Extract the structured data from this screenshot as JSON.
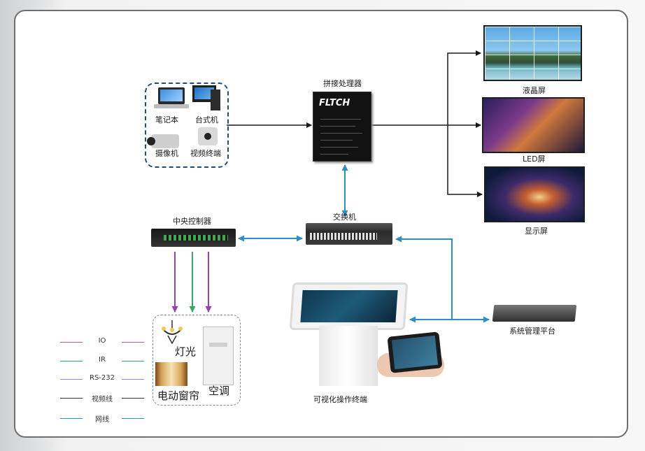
{
  "sources": {
    "laptop": "笔记本",
    "desktop": "台式机",
    "camera": "摄像机",
    "video_terminal": "视频终端"
  },
  "processor": {
    "title": "拼接处理器",
    "brand": "FLTCH"
  },
  "displays": {
    "lcd": "液晶屏",
    "led": "LED屏",
    "monitor": "显示屏"
  },
  "switch": "交换机",
  "controller": "中央控制器",
  "controlled": {
    "lighting": "灯光",
    "curtain": "电动窗帘",
    "ac": "空调"
  },
  "terminal": "可视化操作终端",
  "management": "系统管理平台",
  "legend": [
    {
      "label": "IO",
      "color": "#b455b8"
    },
    {
      "label": "IR",
      "color": "#3aa66a"
    },
    {
      "label": "RS-232",
      "color": "#9b86c8"
    },
    {
      "label": "视频线",
      "color": "#333333"
    },
    {
      "label": "网线",
      "color": "#2a8fc4"
    }
  ],
  "colors": {
    "network": "#2a8fc4",
    "video": "#1a1a1a",
    "io": "#9a3fb0",
    "ir": "#3aa66a",
    "group_border": "#1f4e7a"
  }
}
